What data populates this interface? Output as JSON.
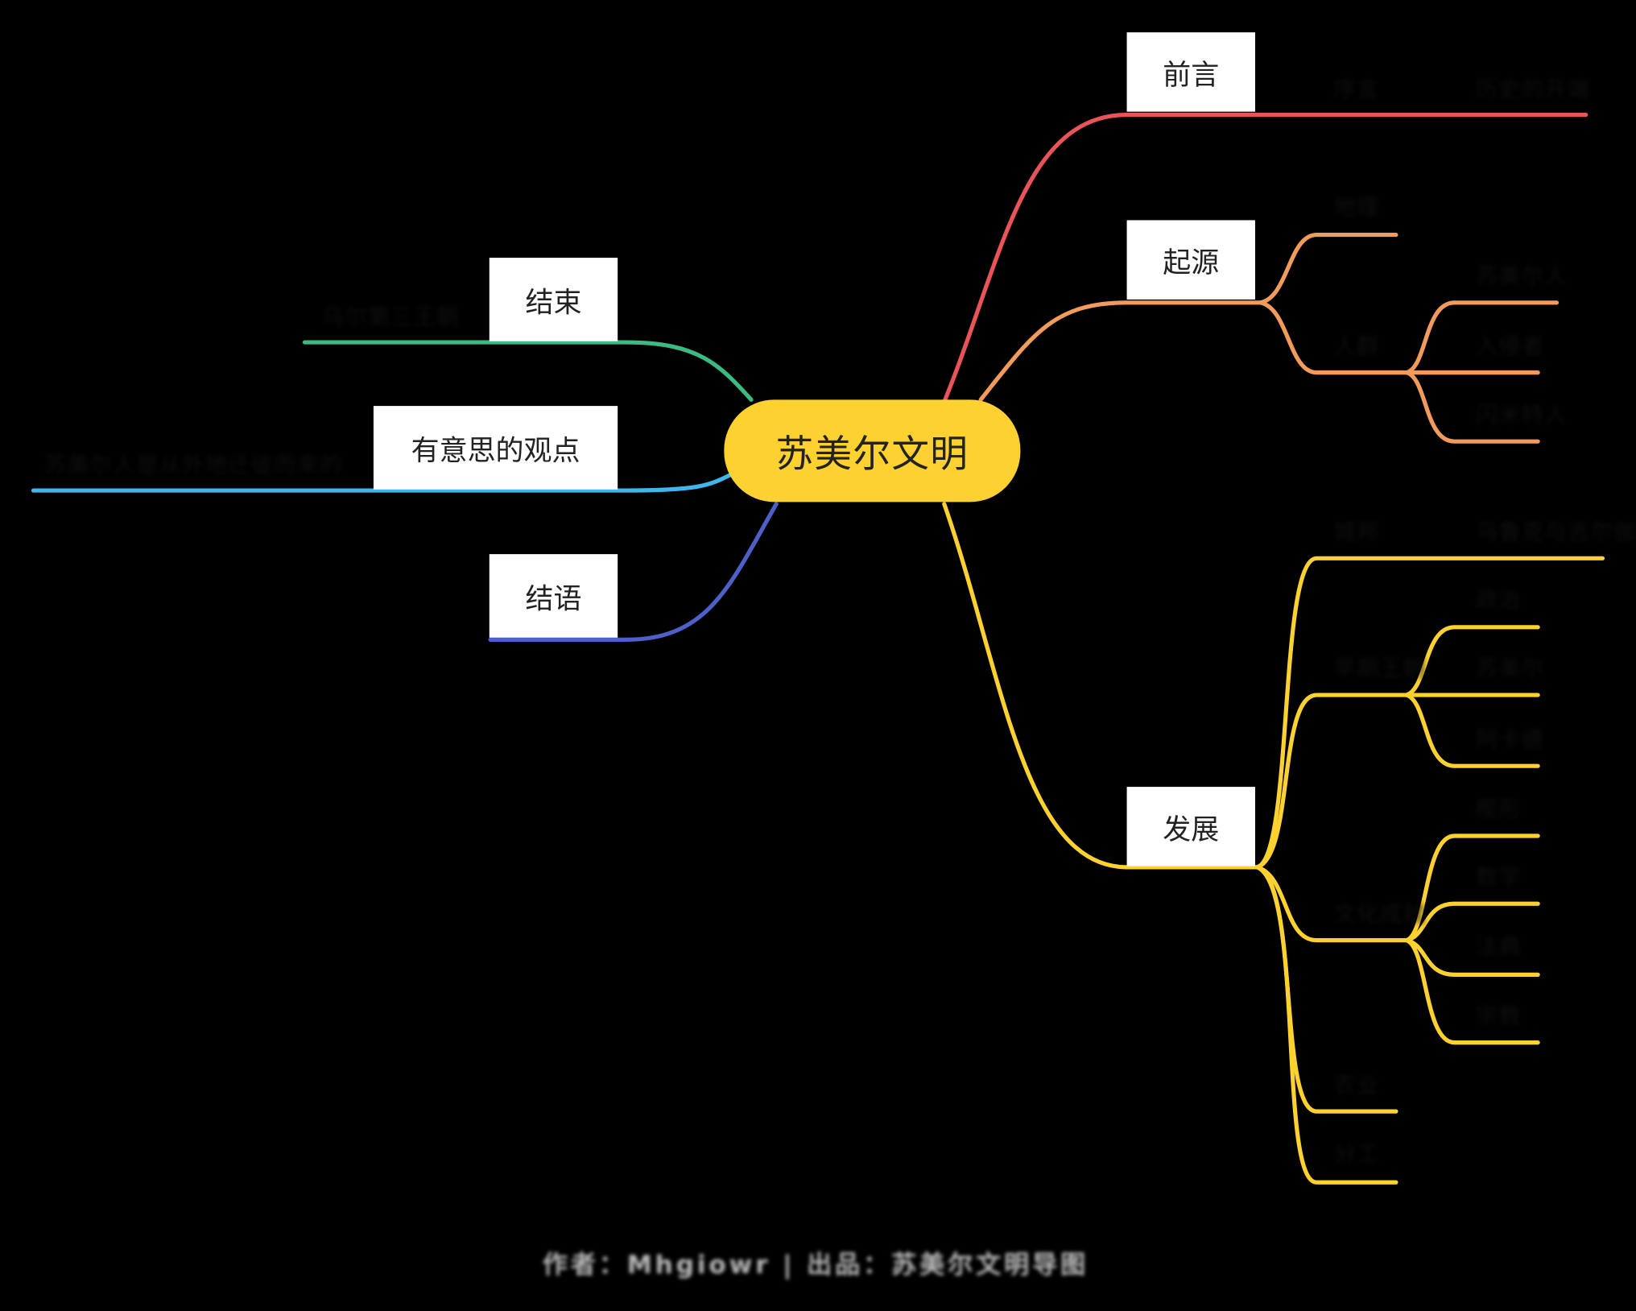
{
  "central": "苏美尔文明",
  "branches": {
    "preface": {
      "label": "前言",
      "color": "#E8545A",
      "leaves": [
        "序言",
        "历史的开端"
      ]
    },
    "origin": {
      "label": "起源",
      "color": "#F39B5C",
      "leaves": [
        "地理",
        "人群",
        "苏美尔人",
        "入侵者",
        "闪米特人"
      ]
    },
    "development": {
      "label": "发展",
      "color": "#FDD12F",
      "leaves": [
        "城邦",
        "乌鲁克与吉尔伽美什",
        "早期王朝",
        "政治",
        "苏美尔",
        "阿卡德",
        "文化成就",
        "楔形",
        "数学",
        "法典",
        "宗教",
        "农业",
        "分工"
      ]
    },
    "end": {
      "label": "结束",
      "color": "#3DBA84",
      "leaves": [
        "乌尔第三王朝"
      ]
    },
    "views": {
      "label": "有意思的观点",
      "color": "#3FB7EE",
      "leaves": [
        "苏美尔人是从外地迁徙而来的"
      ]
    },
    "conclusion": {
      "label": "结语",
      "color": "#4F5FC8",
      "leaves": []
    }
  },
  "footer": "作者：Mhgiowr | 出品：苏美尔文明导图"
}
